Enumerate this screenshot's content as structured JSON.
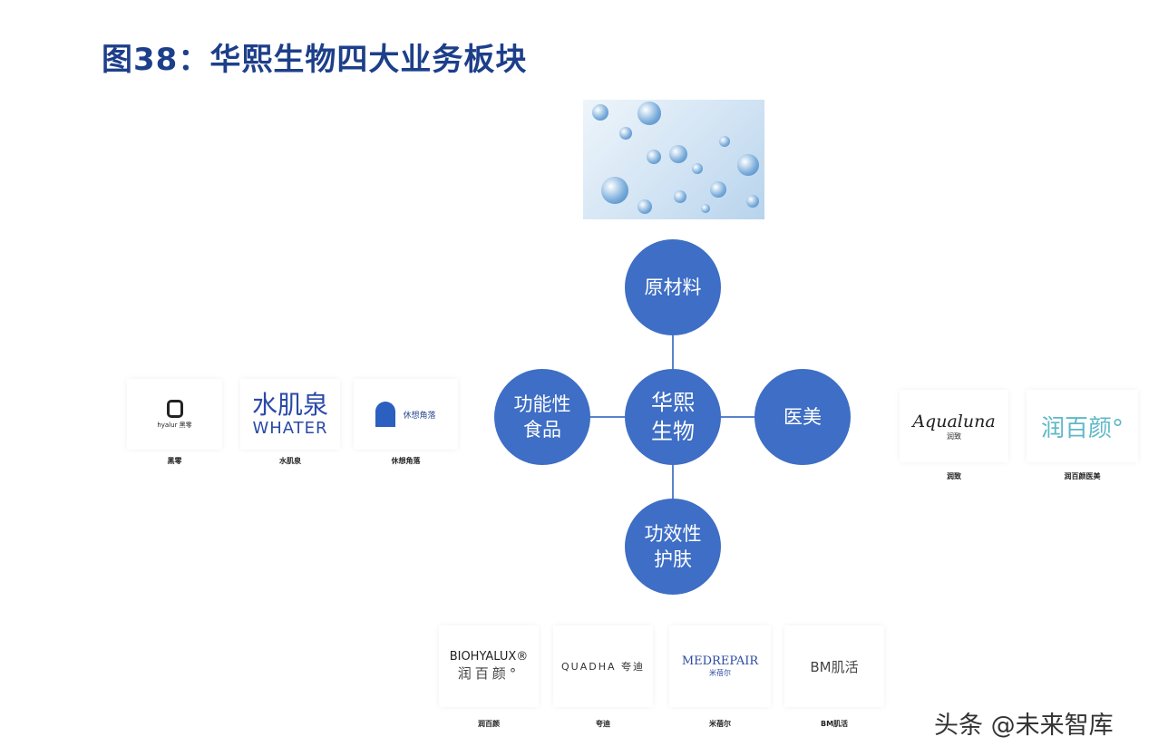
{
  "title": "图38：华熙生物四大业务板块",
  "center": "华熙\n生物",
  "segments": {
    "top": "原材料",
    "left": "功能性\n食品",
    "right": "医美",
    "bottom": "功效性\n护肤"
  },
  "food_brands": [
    {
      "logo": "hyalur 黑零",
      "caption": "黑零"
    },
    {
      "logo_cn": "水肌泉",
      "logo_en": "WHATER",
      "caption": "水肌泉"
    },
    {
      "logo": "休想角落",
      "caption": "休想角落"
    }
  ],
  "medical_brands": [
    {
      "logo": "Aqualuna",
      "logo_sub": "润致",
      "caption": "润致"
    },
    {
      "logo": "润百颜°",
      "caption": "润百颜医美"
    }
  ],
  "skincare_brands": [
    {
      "logo": "BIOHYALUX®",
      "logo_sub": "润百颜°",
      "caption": "润百颜"
    },
    {
      "logo": "QUADHA 夸迪",
      "caption": "夸迪"
    },
    {
      "logo": "MEDREPAIR",
      "logo_sub": "米蓓尔",
      "caption": "米蓓尔"
    },
    {
      "logo": "BM肌活",
      "caption": "BM肌活"
    }
  ],
  "watermark": "头条 @未来智库",
  "colors": {
    "title": "#1d3f8a",
    "node": "#3e6ec5"
  }
}
